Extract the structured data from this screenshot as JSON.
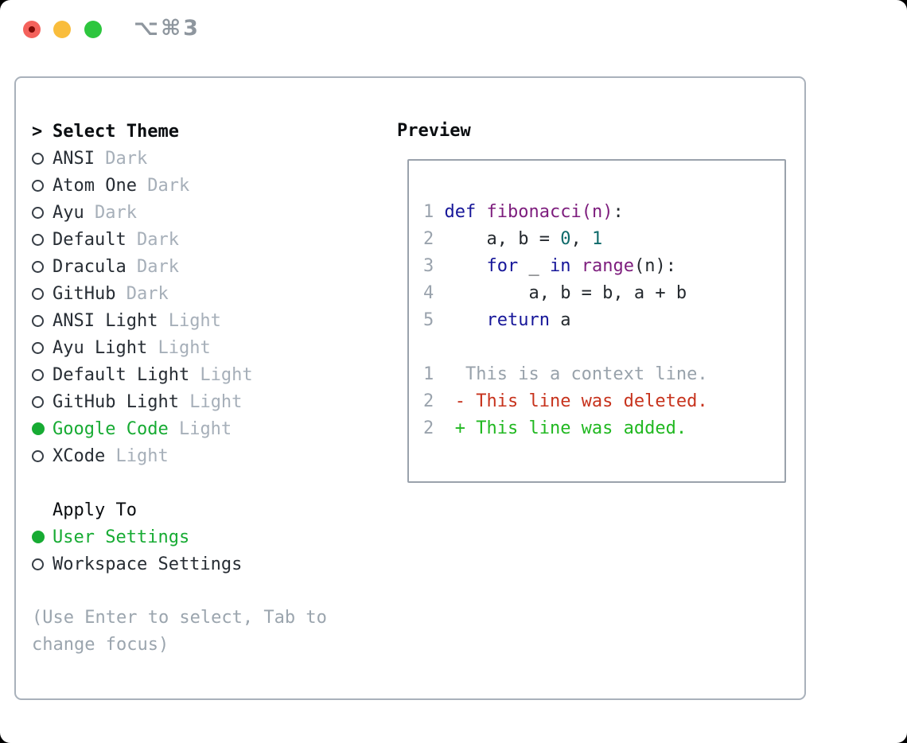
{
  "window": {
    "title": "⌥⌘3",
    "traffic_lights": [
      "close",
      "minimize",
      "zoom"
    ]
  },
  "theme_picker": {
    "header": {
      "prefix": ">",
      "label": "Select Theme"
    },
    "items": [
      {
        "name": "ANSI",
        "variant": "Dark",
        "selected": false
      },
      {
        "name": "Atom One",
        "variant": "Dark",
        "selected": false
      },
      {
        "name": "Ayu",
        "variant": "Dark",
        "selected": false
      },
      {
        "name": "Default",
        "variant": "Dark",
        "selected": false
      },
      {
        "name": "Dracula",
        "variant": "Dark",
        "selected": false
      },
      {
        "name": "GitHub",
        "variant": "Dark",
        "selected": false
      },
      {
        "name": "ANSI Light",
        "variant": "Light",
        "selected": false
      },
      {
        "name": "Ayu Light",
        "variant": "Light",
        "selected": false
      },
      {
        "name": "Default Light",
        "variant": "Light",
        "selected": false
      },
      {
        "name": "GitHub Light",
        "variant": "Light",
        "selected": false
      },
      {
        "name": "Google Code",
        "variant": "Light",
        "selected": true
      },
      {
        "name": "XCode",
        "variant": "Light",
        "selected": false
      }
    ],
    "apply_to": {
      "label": "Apply To",
      "options": [
        {
          "label": "User Settings",
          "selected": true
        },
        {
          "label": "Workspace Settings",
          "selected": false
        }
      ]
    },
    "help_lines": [
      "(Use Enter to select, Tab to",
      "change focus)"
    ]
  },
  "preview": {
    "label": "Preview",
    "code_lines": [
      {
        "num": "1",
        "tokens": [
          [
            "kw",
            "def"
          ],
          [
            "pl",
            " "
          ],
          [
            "fn",
            "fibonacci(n)"
          ],
          [
            "pl",
            ":"
          ]
        ]
      },
      {
        "num": "2",
        "tokens": [
          [
            "pl",
            "    a, b = "
          ],
          [
            "lit",
            "0"
          ],
          [
            "pl",
            ", "
          ],
          [
            "lit",
            "1"
          ]
        ]
      },
      {
        "num": "3",
        "tokens": [
          [
            "pl",
            "    "
          ],
          [
            "kw",
            "for"
          ],
          [
            "pl",
            " _ "
          ],
          [
            "kw",
            "in"
          ],
          [
            "pl",
            " "
          ],
          [
            "fn",
            "range"
          ],
          [
            "pl",
            "(n):"
          ]
        ]
      },
      {
        "num": "4",
        "tokens": [
          [
            "pl",
            "        a, b = b, a + b"
          ]
        ]
      },
      {
        "num": "5",
        "tokens": [
          [
            "pl",
            "    "
          ],
          [
            "kw",
            "return"
          ],
          [
            "pl",
            " a"
          ]
        ]
      }
    ],
    "diff_lines": [
      {
        "num": "1",
        "tokens": [
          [
            "ctx",
            "  This is a context line."
          ]
        ]
      },
      {
        "num": "2",
        "tokens": [
          [
            "del",
            " - This line was deleted."
          ]
        ]
      },
      {
        "num": "2",
        "tokens": [
          [
            "add",
            " + This line was added."
          ]
        ]
      }
    ]
  },
  "colors": {
    "selection_green": "#17ab33",
    "diff_added": "#21b821",
    "diff_deleted": "#c7331d",
    "syntax_keyword": "#161699",
    "syntax_function": "#7d1d7d",
    "syntax_number": "#0e6a6a",
    "muted_gray": "#a6afb9",
    "panel_border": "#a9b1bb",
    "traffic_red": "#f4625c",
    "traffic_yellow": "#f9bd3c",
    "traffic_green": "#2dc63e"
  }
}
